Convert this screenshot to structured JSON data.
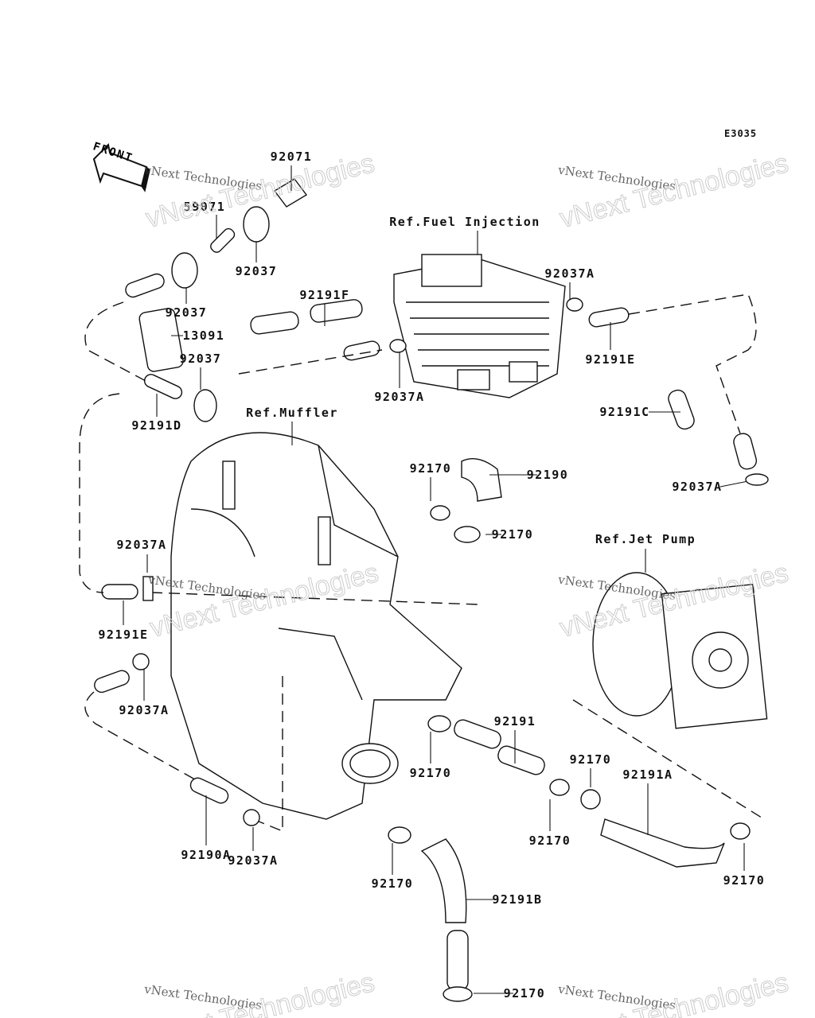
{
  "diagram_code": "E3035",
  "front_label": "FRONT",
  "watermark": "vNext Technologies",
  "refs": {
    "fuel_injection": "Ref.Fuel Injection",
    "muffler": "Ref.Muffler",
    "jet_pump": "Ref.Jet Pump"
  },
  "parts": [
    {
      "no": "92071"
    },
    {
      "no": "59071"
    },
    {
      "no": "92037"
    },
    {
      "no": "92037"
    },
    {
      "no": "13091"
    },
    {
      "no": "92037"
    },
    {
      "no": "92191D"
    },
    {
      "no": "92191F"
    },
    {
      "no": "92037A"
    },
    {
      "no": "92191E"
    },
    {
      "no": "92037A"
    },
    {
      "no": "92191C"
    },
    {
      "no": "92170"
    },
    {
      "no": "92190"
    },
    {
      "no": "92170"
    },
    {
      "no": "92037A"
    },
    {
      "no": "92037A"
    },
    {
      "no": "92191E"
    },
    {
      "no": "92037A"
    },
    {
      "no": "92191"
    },
    {
      "no": "92170"
    },
    {
      "no": "92170"
    },
    {
      "no": "92191A"
    },
    {
      "no": "92170"
    },
    {
      "no": "92190A"
    },
    {
      "no": "92037A"
    },
    {
      "no": "92170"
    },
    {
      "no": "92191B"
    },
    {
      "no": "92170"
    },
    {
      "no": "92170"
    }
  ]
}
